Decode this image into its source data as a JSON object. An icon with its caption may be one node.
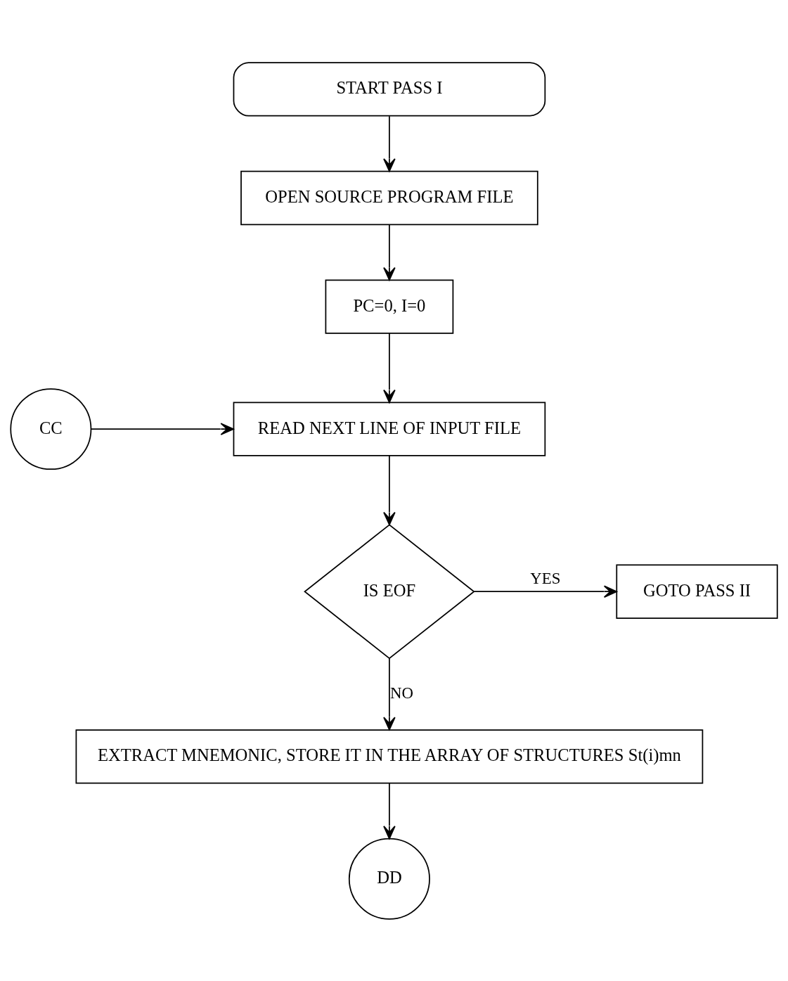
{
  "diagram": {
    "nodes": [
      {
        "text": [
          "START PASS I"
        ]
      },
      {
        "text": [
          "OPEN SOURCE PROGRAM FILE"
        ]
      },
      {
        "text": [
          "PC=0, I=0"
        ]
      },
      {
        "text": [
          "CC"
        ]
      },
      {
        "text": [
          "READ NEXT LINE OF INPUT FILE"
        ]
      },
      {
        "text": [
          "IS EOF"
        ]
      },
      {
        "text": [
          "GOTO PASS II"
        ]
      },
      {
        "text": [
          "EXTRACT MNEMONIC, STORE IT IN THE ARRAY OF STRUCTURES St(i)mn"
        ]
      },
      {
        "text": [
          "DD"
        ]
      }
    ],
    "edges": [
      {
        "from": 0,
        "to": 1,
        "arrow": "to"
      },
      {
        "from": 1,
        "to": 2,
        "arrow": "to"
      },
      {
        "from": 2,
        "to": 4,
        "arrow": "to"
      },
      {
        "from": 3,
        "to": 4,
        "arrow": "to"
      },
      {
        "from": 4,
        "to": 5,
        "arrow": "to"
      },
      {
        "from": 5,
        "to": 6,
        "arrow": "to",
        "label": "YES"
      },
      {
        "from": 5,
        "to": 7,
        "arrow": "to",
        "label": "NO"
      },
      {
        "from": 7,
        "to": 8,
        "arrow": "to"
      }
    ]
  }
}
